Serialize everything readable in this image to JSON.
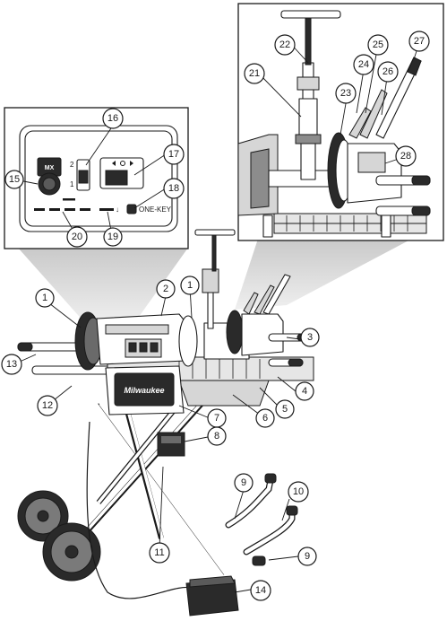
{
  "switch_positions": {
    "upper": "2",
    "lower": "1"
  },
  "panel_logo": "MX",
  "panel_brand": "ONE-KEY",
  "machine_brand": "Milwaukee",
  "callouts": [
    {
      "label": "1"
    },
    {
      "label": "2"
    },
    {
      "label": "1"
    },
    {
      "label": "3"
    },
    {
      "label": "4"
    },
    {
      "label": "5"
    },
    {
      "label": "6"
    },
    {
      "label": "7"
    },
    {
      "label": "8"
    },
    {
      "label": "9"
    },
    {
      "label": "10"
    },
    {
      "label": "9"
    },
    {
      "label": "11"
    },
    {
      "label": "12"
    },
    {
      "label": "13"
    },
    {
      "label": "14"
    },
    {
      "label": "15"
    },
    {
      "label": "16"
    },
    {
      "label": "17"
    },
    {
      "label": "18"
    },
    {
      "label": "19"
    },
    {
      "label": "20"
    },
    {
      "label": "21"
    },
    {
      "label": "22"
    },
    {
      "label": "23"
    },
    {
      "label": "24"
    },
    {
      "label": "25"
    },
    {
      "label": "26"
    },
    {
      "label": "27"
    },
    {
      "label": "28"
    }
  ]
}
